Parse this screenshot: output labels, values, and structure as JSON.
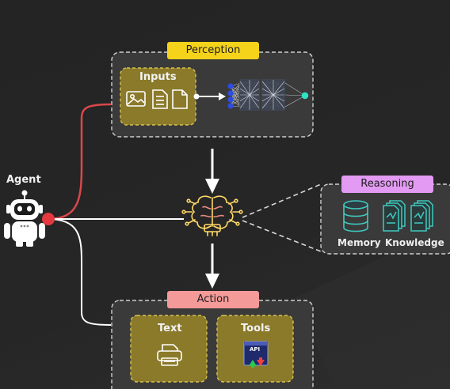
{
  "agent": {
    "label": "Agent"
  },
  "perception": {
    "title": "Perception",
    "inputs_label": "Inputs"
  },
  "reasoning": {
    "title": "Reasoning",
    "memory_label": "Memory",
    "knowledge_label": "Knowledge"
  },
  "action": {
    "title": "Action",
    "text_label": "Text",
    "tools_label": "Tools",
    "api_label": "API"
  },
  "colors": {
    "perception_tag": "#f5d31b",
    "reasoning_tag": "#e39af2",
    "action_tag": "#f49a98",
    "subbox_fill": "#8a7a2a",
    "subbox_border": "#d8c24e",
    "connector_red": "#d9484b",
    "neural_node_blue": "#2d4de0",
    "neural_node_teal": "#2ee3c5",
    "memory_teal": "#3fc9c0"
  },
  "icons": {
    "agent": "robot-icon",
    "brain": "brain-circuit-icon",
    "memory": "database-icon",
    "knowledge": "documents-icon",
    "inputs": [
      "image-icon",
      "document-icon",
      "file-icon"
    ],
    "text": "printer-icon",
    "tools": "api-icon"
  }
}
